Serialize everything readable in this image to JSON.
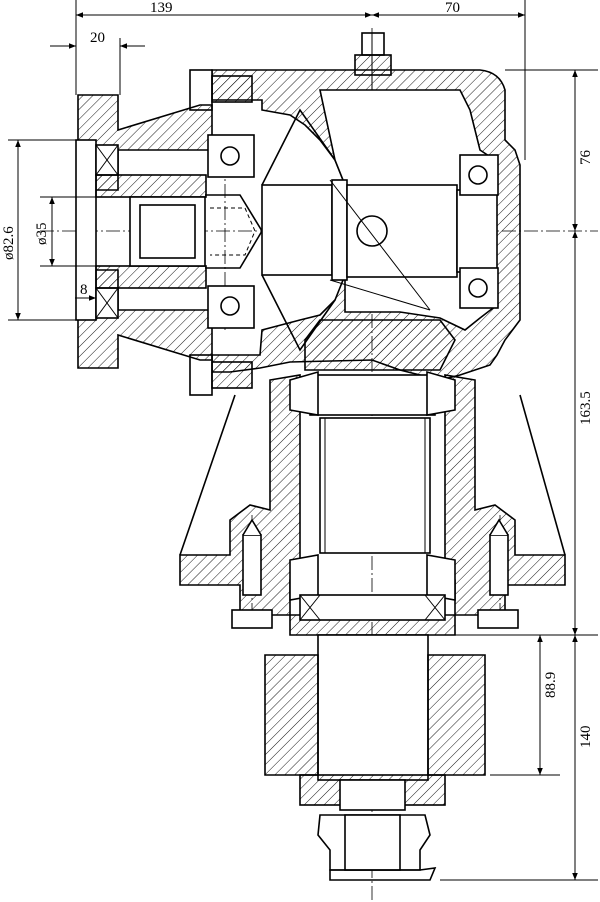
{
  "dimensions": {
    "top_left": "139",
    "top_right": "70",
    "flange_width": "20",
    "diameter_large": "ø82.6",
    "diameter_small": "ø35",
    "small_gap": "8",
    "right_upper": "76",
    "right_middle": "163.5",
    "lower_inner": "88.9",
    "lower_outer": "140"
  }
}
